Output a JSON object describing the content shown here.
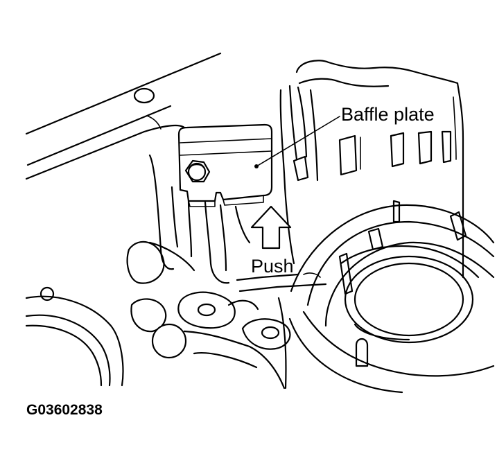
{
  "labels": {
    "baffle_plate": "Baffle plate",
    "push": "Push",
    "figure_code": "G03602838"
  },
  "colors": {
    "line": "#000000",
    "background": "#ffffff"
  }
}
